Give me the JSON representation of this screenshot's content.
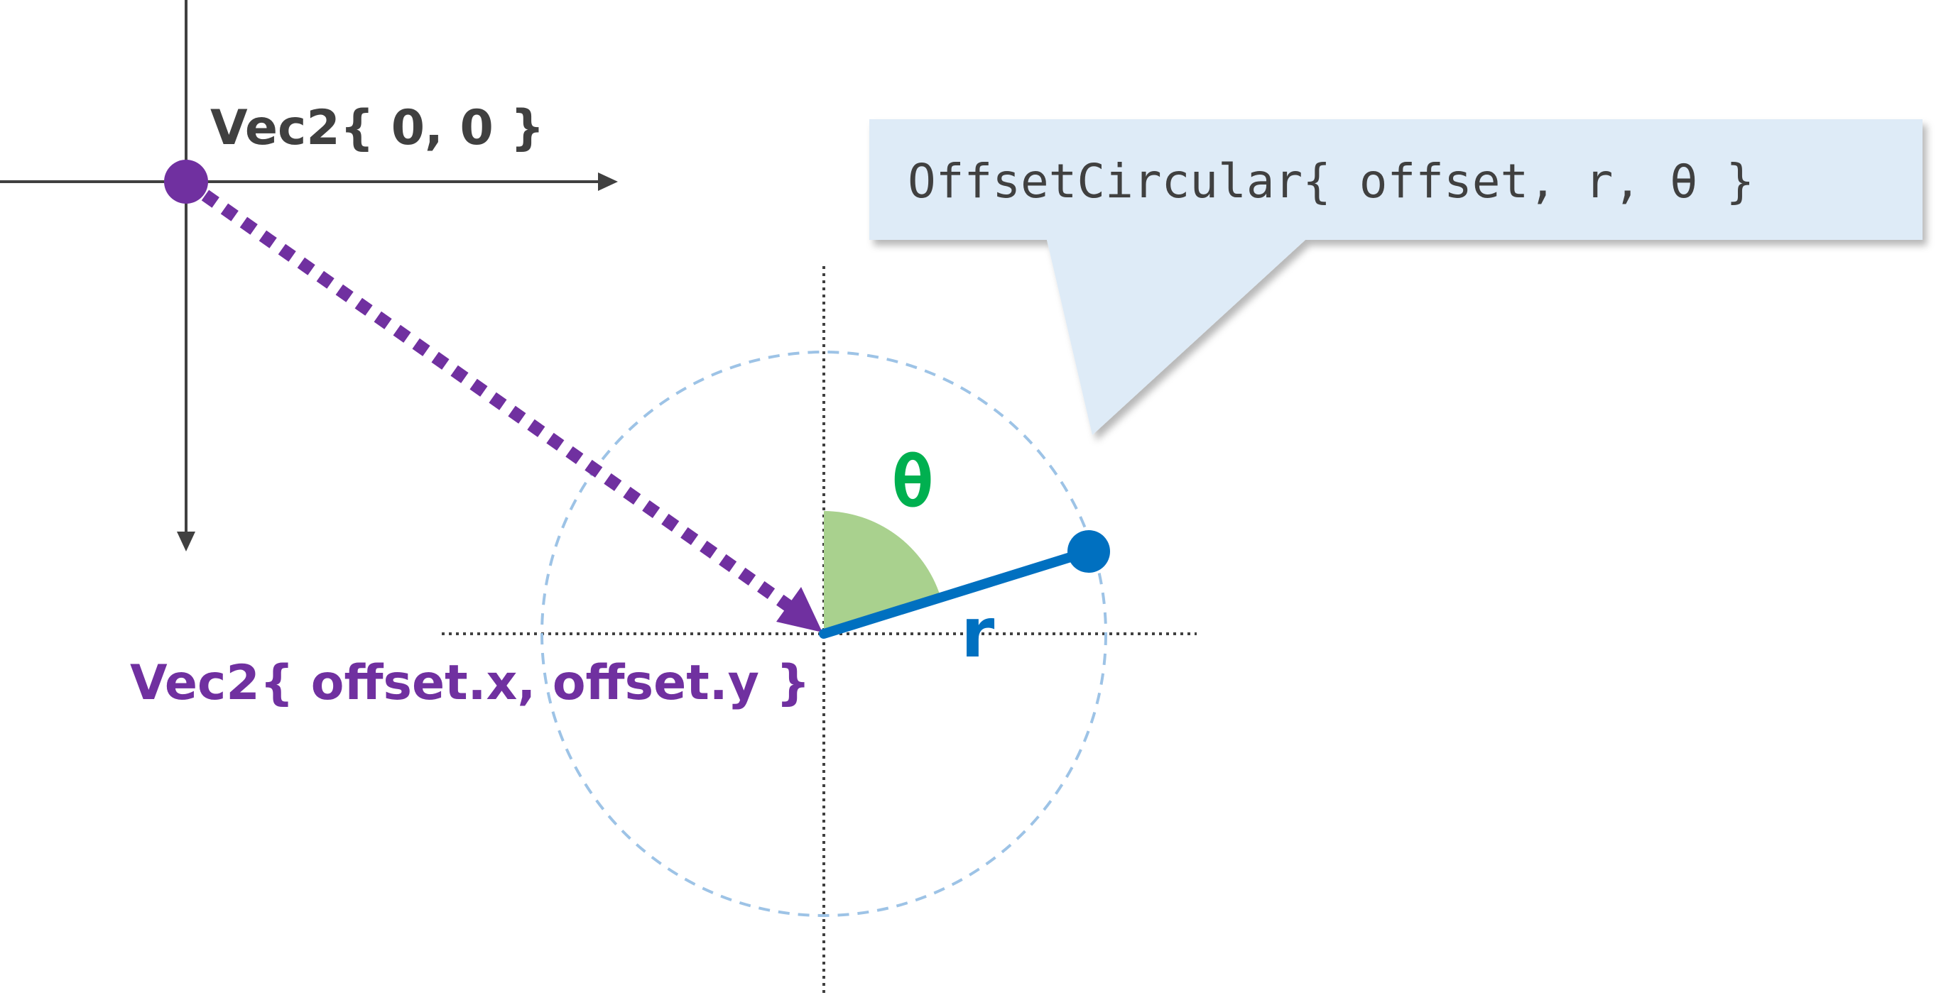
{
  "labels": {
    "origin": "Vec2{ 0, 0 }",
    "offset_point": "Vec2{ offset.x, offset.y }",
    "angle": "θ",
    "radius": "r"
  },
  "callout": {
    "text": "OffsetCircular{ offset, r, θ }"
  },
  "colors": {
    "axis": "#404040",
    "offset_vector": "#7030a0",
    "radius_line": "#0070c0",
    "angle_fill": "#a9d18e",
    "angle_label": "#00b050",
    "circle": "#9dc3e6",
    "callout_fill": "#deebf7",
    "label_text": "#404040"
  }
}
